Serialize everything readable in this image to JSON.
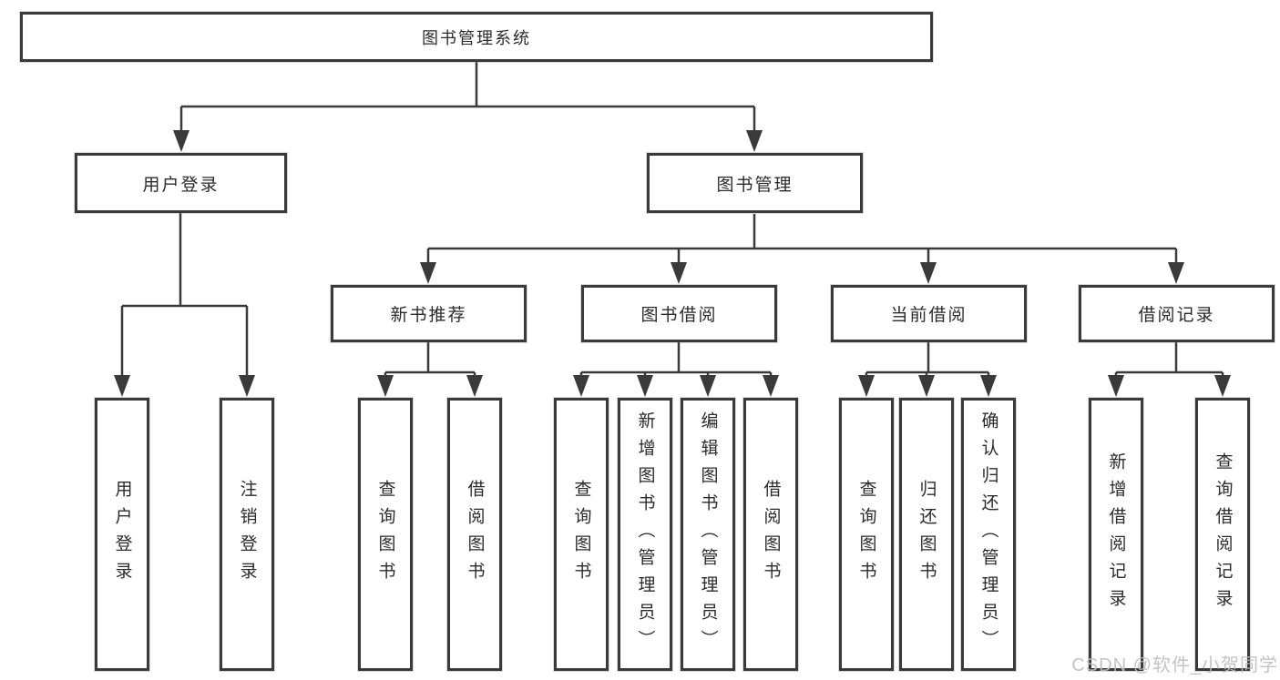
{
  "diagram_title": "图书管理系统",
  "watermark": {
    "text": "CSDN @软件_小贺同学"
  },
  "colors": {
    "background": "#ffffff",
    "box_border": "#3a3a3a",
    "connector": "#3a3a3a",
    "text": "#2b2b2b",
    "watermark": "#bdbdbd"
  },
  "nodes": {
    "root": "图书管理系统",
    "user_login": "用户登录",
    "book_management": "图书管理",
    "new_book_recommend": "新书推荐",
    "book_borrowing": "图书借阅",
    "current_borrowing": "当前借阅",
    "borrowing_records": "借阅记录",
    "ul_user_login": "用户登录",
    "ul_logout": "注销登录",
    "nb_query_books": "查询图书",
    "nb_borrow_books": "借阅图书",
    "bb_query_books": "查询图书",
    "bb_add_books": "新增图书（管理员）",
    "bb_edit_books": "编辑图书（管理员）",
    "bb_borrow_books": "借阅图书",
    "cb_query_books": "查询图书",
    "cb_return_books": "归还图书",
    "cb_confirm_return": "确认归还（管理员）",
    "br_add_record": "新增借阅记录",
    "br_query_record": "查询借阅记录"
  },
  "hierarchy": {
    "图书管理系统": {
      "用户登录": [
        "用户登录",
        "注销登录"
      ],
      "图书管理": {
        "新书推荐": [
          "查询图书",
          "借阅图书"
        ],
        "图书借阅": [
          "查询图书",
          "新增图书（管理员）",
          "编辑图书（管理员）",
          "借阅图书"
        ],
        "当前借阅": [
          "查询图书",
          "归还图书",
          "确认归还（管理员）"
        ],
        "借阅记录": [
          "新增借阅记录",
          "查询借阅记录"
        ]
      }
    }
  }
}
